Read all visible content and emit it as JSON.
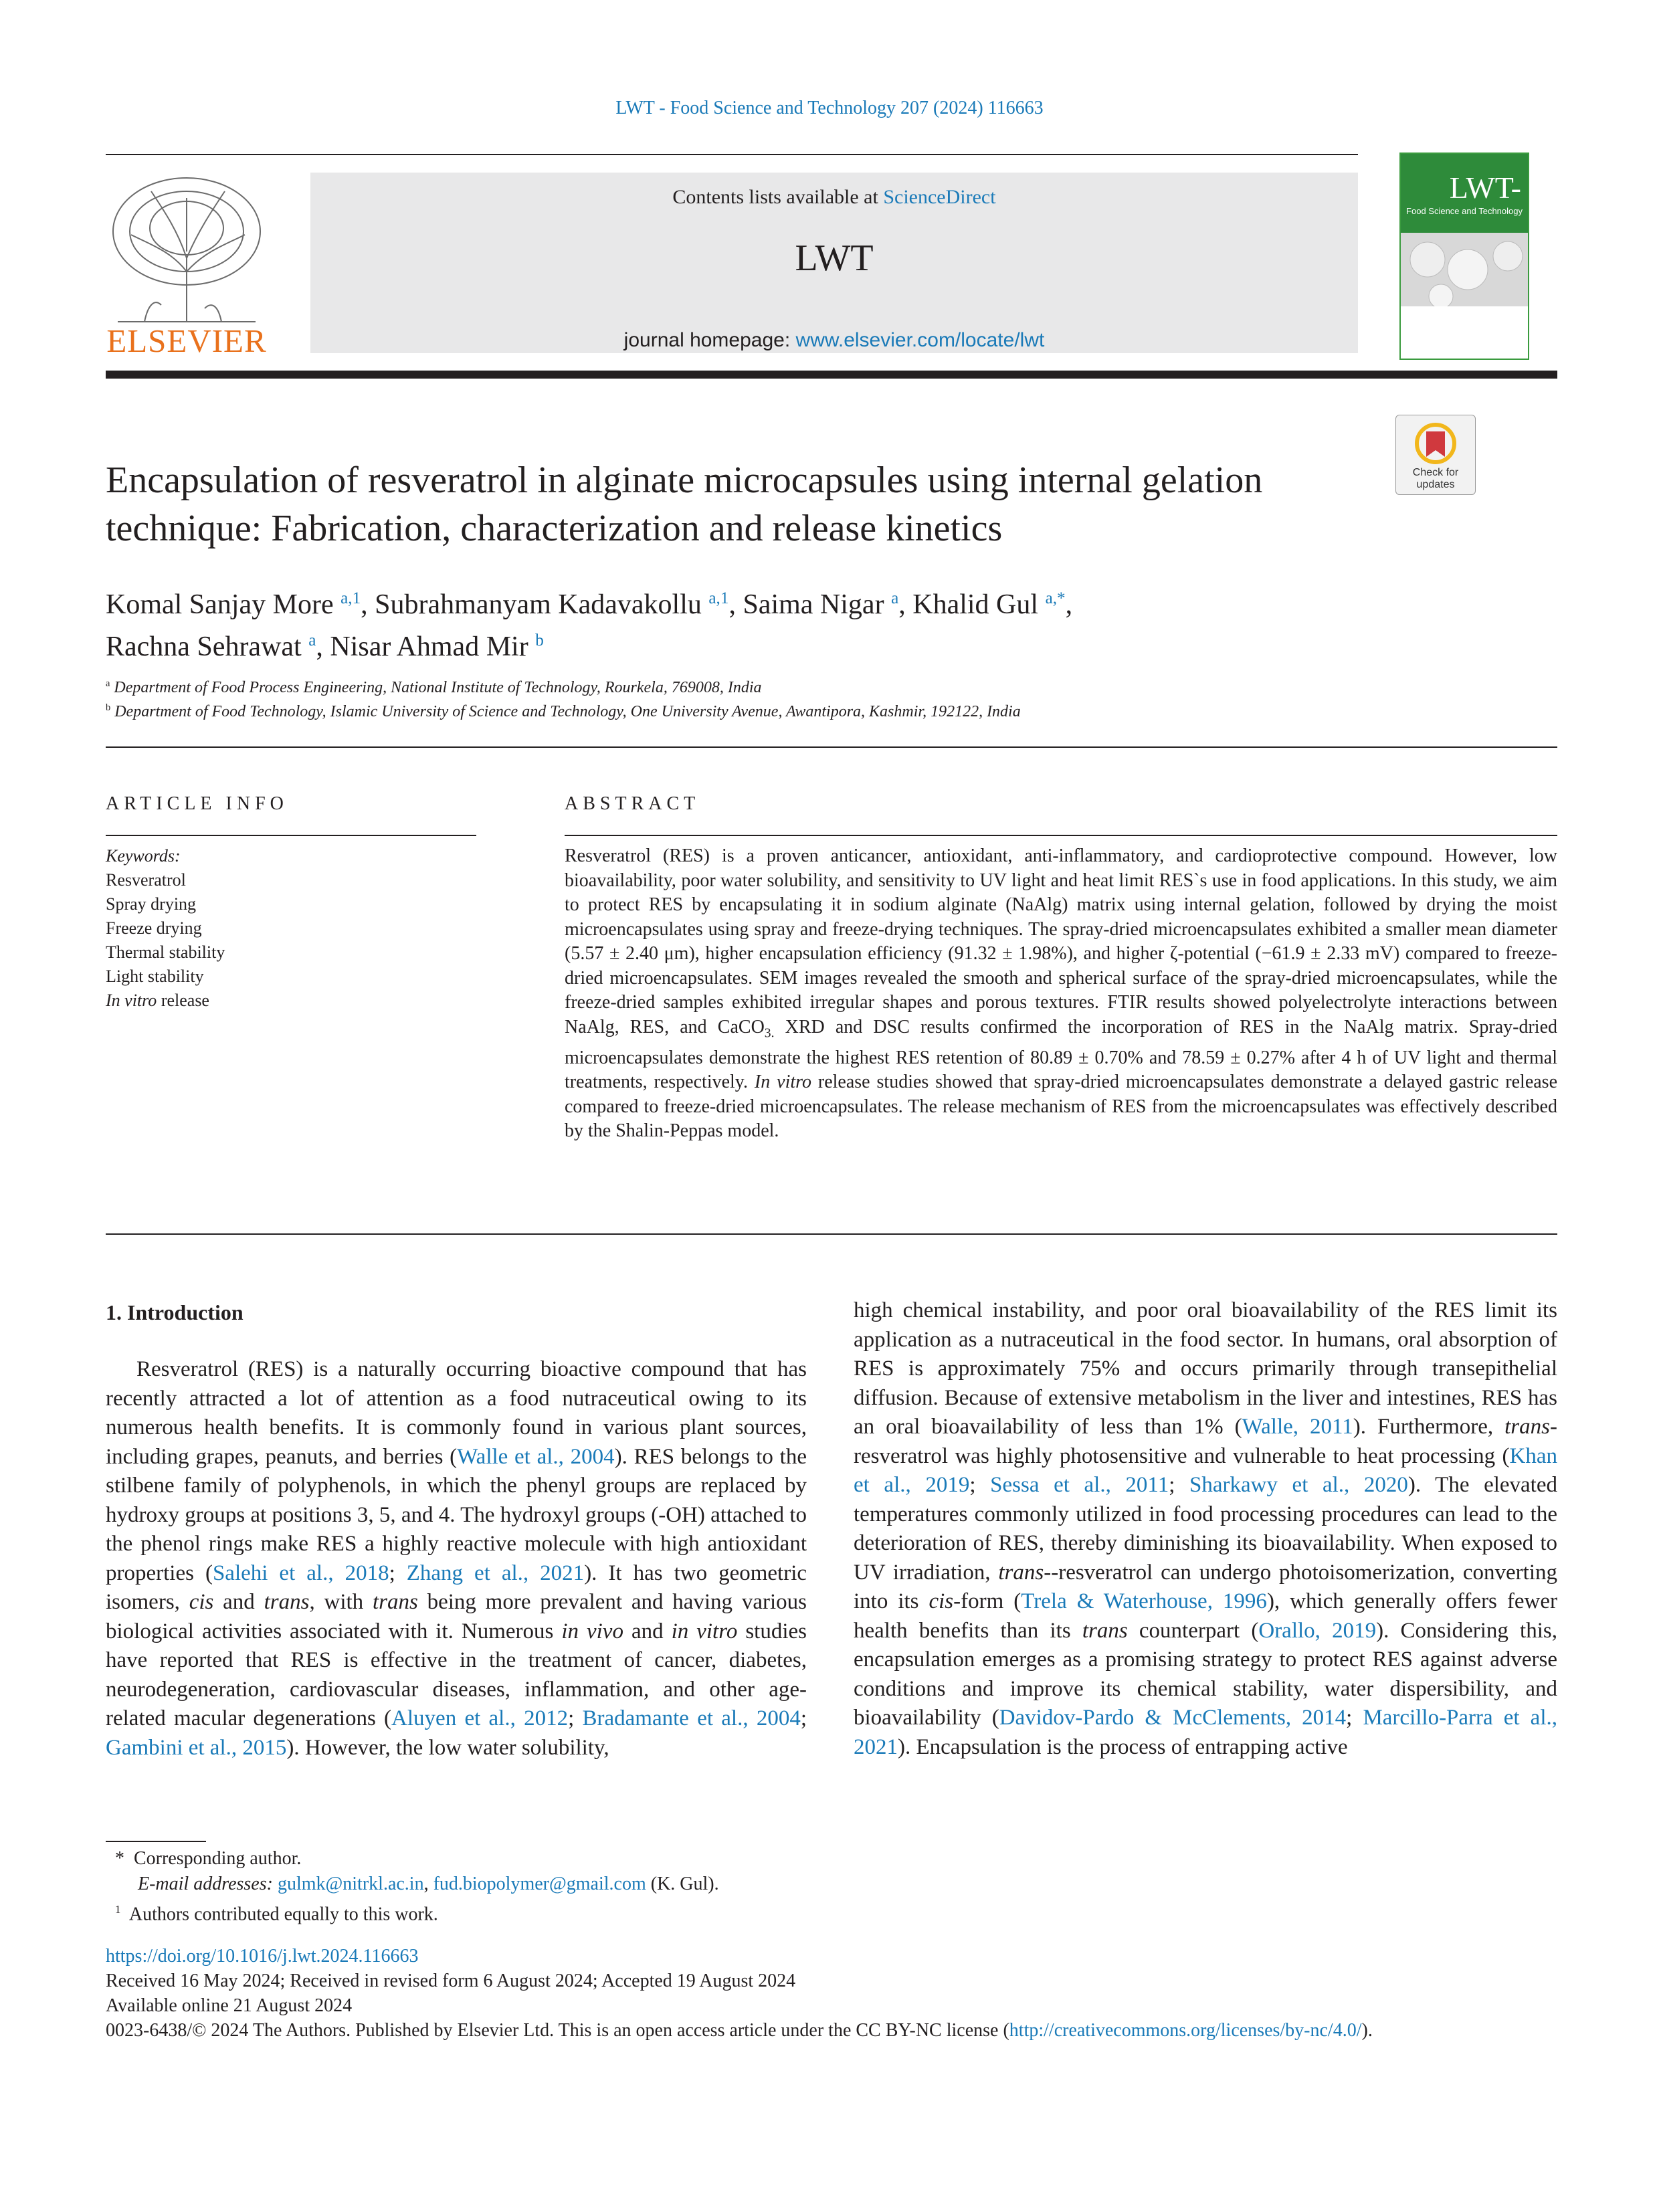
{
  "header": {
    "journal_ref": "LWT - Food Science and Technology 207 (2024) 116663",
    "contents_prefix": "Contents lists available at ",
    "contents_link": "ScienceDirect",
    "journal_title": "LWT",
    "homepage_prefix": "journal homepage: ",
    "homepage_link": "www.elsevier.com/locate/lwt",
    "publisher_logo_text": "ELSEVIER",
    "cover_title": "LWT-",
    "cover_subtitle": "Food Science and Technology",
    "check_updates_label": "Check for updates"
  },
  "article": {
    "title": "Encapsulation of resveratrol in alginate microcapsules using internal gelation technique: Fabrication, characterization and release kinetics",
    "authors": [
      {
        "name": "Komal Sanjay More",
        "sup": "a,1"
      },
      {
        "name": "Subrahmanyam Kadavakollu",
        "sup": "a,1"
      },
      {
        "name": "Saima Nigar",
        "sup": "a"
      },
      {
        "name": "Khalid Gul",
        "sup": "a,*"
      },
      {
        "name": "Rachna Sehrawat",
        "sup": "a"
      },
      {
        "name": "Nisar Ahmad Mir",
        "sup": "b"
      }
    ],
    "affiliations": [
      {
        "sup": "a",
        "text": "Department of Food Process Engineering, National Institute of Technology, Rourkela, 769008, India"
      },
      {
        "sup": "b",
        "text": "Department of Food Technology, Islamic University of Science and Technology, One University Avenue, Awantipora, Kashmir, 192122, India"
      }
    ]
  },
  "article_info": {
    "heading": "ARTICLE INFO",
    "keywords_label": "Keywords:",
    "keywords": [
      "Resveratrol",
      "Spray drying",
      "Freeze drying",
      "Thermal stability",
      "Light stability",
      "In vitro release"
    ]
  },
  "abstract": {
    "heading": "ABSTRACT",
    "p1": "Resveratrol (RES) is a proven anticancer, antioxidant, anti-inflammatory, and cardioprotective compound. However, low bioavailability, poor water solubility, and sensitivity to UV light and heat limit RES`s use in food applications. In this study, we aim to protect RES by encapsulating it in sodium alginate (NaAlg) matrix using internal gelation, followed by drying the moist microencapsulates using spray and freeze-drying techniques. The spray-dried microencapsulates exhibited a smaller mean diameter (5.57 ± 2.40 μm), higher encapsulation efficiency (91.32 ± 1.98%), and higher ζ-potential (−61.9 ± 2.33 mV) compared to freeze-dried microencapsulates. SEM images revealed the smooth and spherical surface of the spray-dried microencapsulates, while the freeze-dried samples exhibited irregular shapes and porous textures. FTIR results showed polyelectrolyte interactions between NaAlg, RES, and CaCO",
    "sub3": "3.",
    "p2": " XRD and DSC results confirmed the incorporation of RES in the NaAlg matrix. Spray-dried microencapsulates demonstrate the highest RES retention of 80.89 ± 0.70% and 78.59 ± 0.27% after 4 h of UV light and thermal treatments, respectively. ",
    "in_vitro": "In vitro",
    "p3": " release studies showed that spray-dried microencapsulates demonstrate a delayed gastric release compared to freeze-dried microencapsulates. The release mechanism of RES from the microencapsulates was effectively described by the Shalin-Peppas model."
  },
  "introduction": {
    "heading": "1.  Introduction",
    "col1": [
      {
        "t": "Resveratrol (RES) is a naturally occurring bioactive compound that has recently attracted a lot of attention as a food nutraceutical owing to its numerous health benefits. It is commonly found in various plant sources, including grapes, peanuts, and berries ("
      },
      {
        "t": "Walle et al., 2004",
        "link": true
      },
      {
        "t": "). RES belongs to the stilbene family of polyphenols, in which the phenyl groups are replaced by hydroxy groups at positions 3, 5, and 4. The hydroxyl groups (-OH) attached to the phenol rings make RES a highly reactive molecule with high antioxidant properties ("
      },
      {
        "t": "Salehi et al., 2018",
        "link": true
      },
      {
        "t": "; "
      },
      {
        "t": "Zhang et al., 2021",
        "link": true
      },
      {
        "t": "). It has two geometric isomers, "
      },
      {
        "t": "cis",
        "italic": true
      },
      {
        "t": " and "
      },
      {
        "t": "trans",
        "italic": true
      },
      {
        "t": ", with "
      },
      {
        "t": "trans",
        "italic": true
      },
      {
        "t": " being more prevalent and having various biological activities associated with it. Numerous "
      },
      {
        "t": "in vivo",
        "italic": true
      },
      {
        "t": " and "
      },
      {
        "t": "in vitro",
        "italic": true
      },
      {
        "t": " studies have reported that RES is effective in the treatment of cancer, diabetes, neurodegeneration, cardiovascular diseases, inflammation, and other age-related macular degenerations ("
      },
      {
        "t": "Aluyen et al., 2012",
        "link": true
      },
      {
        "t": "; "
      },
      {
        "t": "Bradamante et al., 2004",
        "link": true
      },
      {
        "t": "; "
      },
      {
        "t": "Gambini et al., 2015",
        "link": true
      },
      {
        "t": "). However, the low water solubility,"
      }
    ],
    "col2": [
      {
        "t": "high chemical instability, and poor oral bioavailability of the RES limit its application as a nutraceutical in the food sector. In humans, oral absorption of RES is approximately 75% and occurs primarily through transepithelial diffusion. Because of extensive metabolism in the liver and intestines, RES has an oral bioavailability of less than 1% ("
      },
      {
        "t": "Walle, 2011",
        "link": true
      },
      {
        "t": "). Furthermore, "
      },
      {
        "t": "trans",
        "italic": true
      },
      {
        "t": "-resveratrol was highly photosensitive and vulnerable to heat processing ("
      },
      {
        "t": "Khan et al., 2019",
        "link": true
      },
      {
        "t": "; "
      },
      {
        "t": "Sessa et al., 2011",
        "link": true
      },
      {
        "t": "; "
      },
      {
        "t": "Sharkawy et al., 2020",
        "link": true
      },
      {
        "t": "). The elevated temperatures commonly utilized in food processing procedures can lead to the deterioration of RES, thereby diminishing its bioavailability. When exposed to UV irradiation, "
      },
      {
        "t": "trans-",
        "italic": true
      },
      {
        "t": "-resveratrol can undergo photoisomerization, converting into its "
      },
      {
        "t": "cis",
        "italic": true
      },
      {
        "t": "-form ("
      },
      {
        "t": "Trela & Waterhouse, 1996",
        "link": true
      },
      {
        "t": "), which generally offers fewer health benefits than its "
      },
      {
        "t": "trans",
        "italic": true
      },
      {
        "t": " counterpart ("
      },
      {
        "t": "Orallo, 2019",
        "link": true
      },
      {
        "t": "). Considering this, encapsulation emerges as a promising strategy to protect RES against adverse conditions and improve its chemical stability, water dispersibility, and bioavailability ("
      },
      {
        "t": "Davidov-Pardo & McClements, 2014",
        "link": true
      },
      {
        "t": "; "
      },
      {
        "t": "Marcillo-Parra et al., 2021",
        "link": true
      },
      {
        "t": "). Encapsulation is the process of entrapping active"
      }
    ]
  },
  "footnotes": {
    "corresponding": "Corresponding author.",
    "corresponding_mark": "*",
    "email_label": "E-mail addresses:",
    "email1": "gulmk@nitrkl.ac.in",
    "email_sep": ", ",
    "email2": "fud.biopolymer@gmail.com",
    "email_suffix": " (K. Gul).",
    "equal_mark": "1",
    "equal": "Authors contributed equally to this work."
  },
  "publication": {
    "doi": "https://doi.org/10.1016/j.lwt.2024.116663",
    "received": "Received 16 May 2024; Received in revised form 6 August 2024; Accepted 19 August 2024",
    "available": "Available online 21 August 2024",
    "license_prefix": "0023-6438/© 2024 The Authors. Published by Elsevier Ltd. This is an open access article under the CC BY-NC license (",
    "license_link": "http://creativecommons.org/licenses/by-nc/4.0/",
    "license_suffix": ")."
  },
  "colors": {
    "link": "#1a7ab8",
    "elsevier_orange": "#e9711c",
    "cover_green": "#2e8b3a",
    "header_box": "#e8e8e9"
  }
}
